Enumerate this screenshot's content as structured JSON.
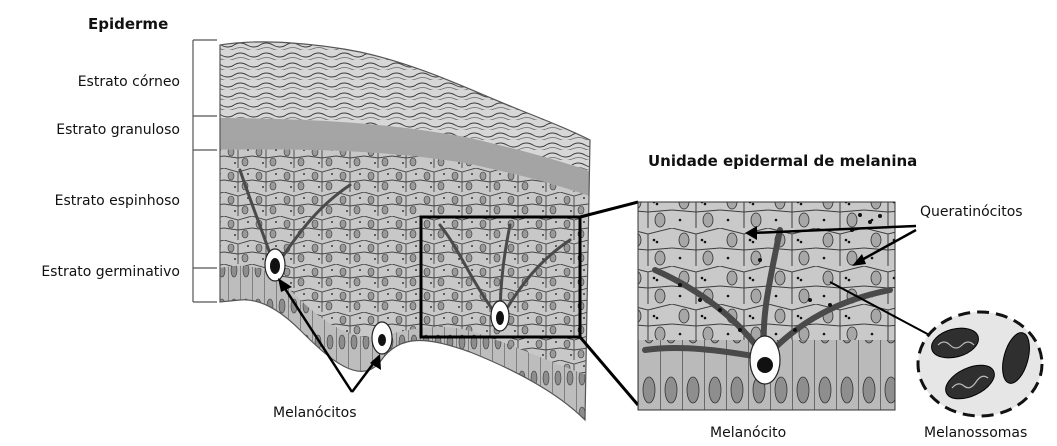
{
  "title": "Epiderme",
  "layers": [
    {
      "label": "Estrato córneo"
    },
    {
      "label": "Estrato granuloso"
    },
    {
      "label": "Estrato espinhoso"
    },
    {
      "label": "Estrato germinativo"
    }
  ],
  "inset": {
    "title": "Unidade epidermal de melanina",
    "labels": {
      "keratinocytes": "Queratinócitos",
      "melanocyte": "Melanócito",
      "melanosomes": "Melanossomas"
    }
  },
  "main_labels": {
    "melanocytes": "Melanócitos"
  }
}
